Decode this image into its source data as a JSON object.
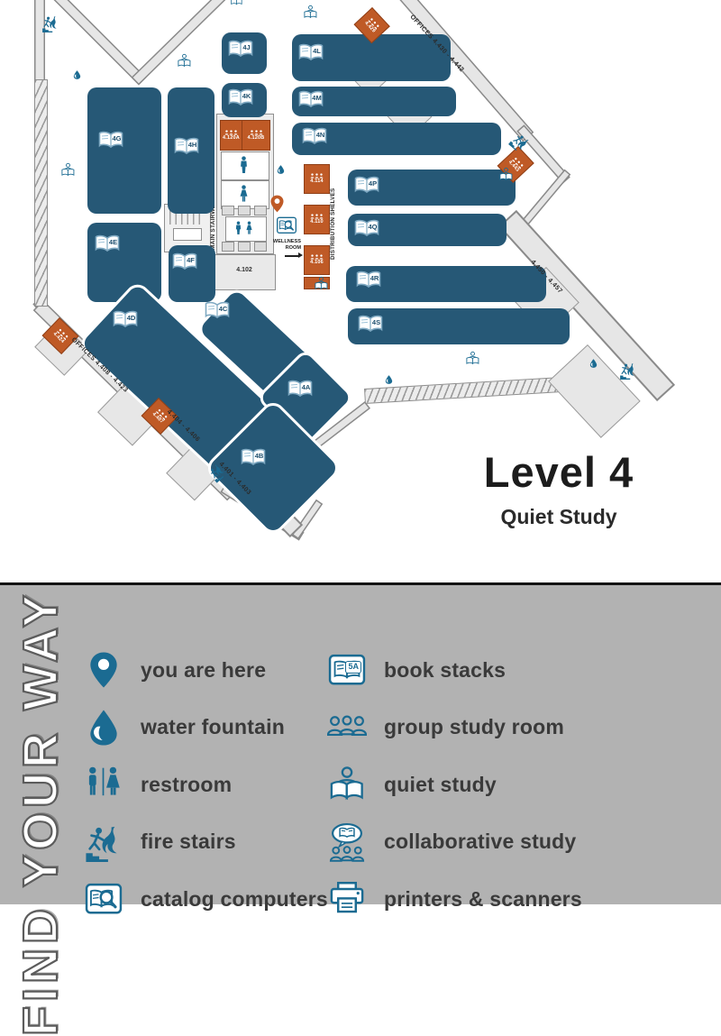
{
  "map": {
    "title": "Level 4",
    "subtitle": "Quiet Study",
    "stacks": [
      {
        "label": "4J"
      },
      {
        "label": "4K"
      },
      {
        "label": "4L"
      },
      {
        "label": "4M"
      },
      {
        "label": "4N"
      },
      {
        "label": "4P"
      },
      {
        "label": "4Q"
      },
      {
        "label": "4R"
      },
      {
        "label": "4S"
      },
      {
        "label": "4G"
      },
      {
        "label": "4H"
      },
      {
        "label": "4E"
      },
      {
        "label": "4F"
      },
      {
        "label": "4D"
      },
      {
        "label": "4C"
      },
      {
        "label": "4A"
      },
      {
        "label": "4B"
      }
    ],
    "group_rooms": [
      {
        "number": "4.120A"
      },
      {
        "number": "4.120B"
      },
      {
        "number": "4.114"
      },
      {
        "number": "4.110"
      },
      {
        "number": "4.106"
      },
      {
        "number": "4.424"
      },
      {
        "number": "4.407"
      },
      {
        "number": "4.429"
      },
      {
        "number": "4.443"
      }
    ],
    "wall_labels": [
      {
        "text": "OFFICES 4.430 - 4.442"
      },
      {
        "text": "4.450 - 4.457"
      },
      {
        "text": "OFFICES 4.408 - 4.423"
      },
      {
        "text": "4.404 - 4.406"
      },
      {
        "text": "4.401 - 4.403"
      }
    ],
    "areas": {
      "main_stairwell": "MAIN STAIRWELL",
      "distribution_shelves": "DISTRIBUTION SHELVES",
      "wellness_room": "WELLNESS ROOM",
      "room_4102": "4.102"
    }
  },
  "legend": {
    "heading": "FIND YOUR WAY",
    "left": [
      {
        "icon": "pin-icon",
        "label": "you are here"
      },
      {
        "icon": "water-drop-icon",
        "label": "water fountain"
      },
      {
        "icon": "restroom-icon",
        "label": "restroom"
      },
      {
        "icon": "fire-stairs-icon",
        "label": "fire stairs"
      },
      {
        "icon": "catalog-computers-icon",
        "label": "catalog computers"
      }
    ],
    "right": [
      {
        "icon": "book-stacks-icon",
        "label": "book stacks",
        "icon_text": "5A"
      },
      {
        "icon": "group-study-icon",
        "label": "group study room"
      },
      {
        "icon": "quiet-study-icon",
        "label": "quiet study"
      },
      {
        "icon": "collaborative-study-icon",
        "label": "collaborative study"
      },
      {
        "icon": "printers-scanners-icon",
        "label": "printers & scanners"
      }
    ]
  },
  "colors": {
    "stack_blue": "#265876",
    "accent_orange": "#bf5a26",
    "icon_blue": "#1b6b92",
    "legend_gray": "#b2b2b2"
  }
}
